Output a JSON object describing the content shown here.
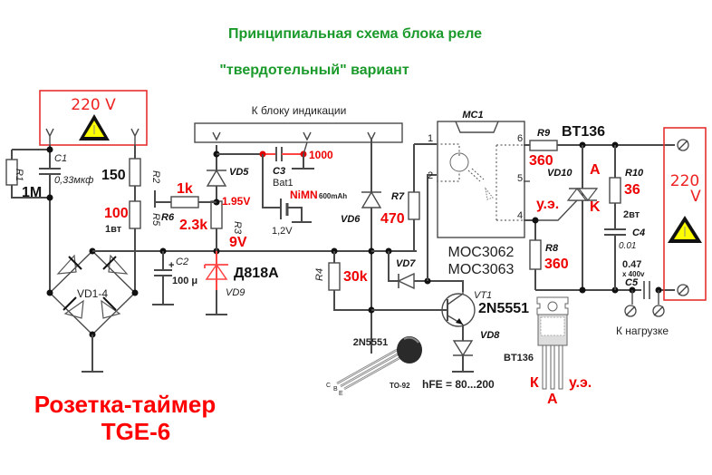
{
  "header": {
    "title_line1": "Принципиальная схема блока реле",
    "title_line2": "\"твердотельный\" вариант"
  },
  "footer": {
    "product_line1": "Розетка-таймер",
    "product_line2": "TGE-6"
  },
  "mains_input": {
    "label": "220 V",
    "icon": "warning-triangle-icon"
  },
  "mains_output": {
    "label_line1": "220",
    "label_line2": "V",
    "icon": "warning-triangle-icon"
  },
  "indicator_block": {
    "label": "К блоку индикации"
  },
  "load": {
    "label": "К нагрузке"
  },
  "colors": {
    "title": "#1a9a2a",
    "highlight": "#ee0000",
    "wire": "#4a4a4a",
    "warning_fill": "#ffff00"
  },
  "components": {
    "R1": {
      "ref": "R1",
      "value": "1M"
    },
    "C1": {
      "ref": "C1",
      "value": "0,33мкф"
    },
    "R2": {
      "ref": "R2",
      "value": "150"
    },
    "R5": {
      "ref": "R5",
      "value": "100",
      "power": "1вт"
    },
    "R6": {
      "ref": "R6",
      "value": "1k"
    },
    "R3": {
      "ref": "R3",
      "value": "2.3k"
    },
    "VD5": {
      "ref": "VD5"
    },
    "node_voltage_1": "1.95V",
    "node_voltage_2": "9V",
    "C2": {
      "ref": "C2",
      "value": "100 μ",
      "polarity": "+"
    },
    "VD9": {
      "ref": "VD9",
      "value": "Д818А"
    },
    "VD1_4": {
      "ref": "VD1-4"
    },
    "C3": {
      "ref": "C3",
      "value": "1000"
    },
    "Bat1": {
      "ref": "Bat1",
      "type": "NiMN",
      "capacity": "600mAh",
      "voltage": "1,2V"
    },
    "VD6": {
      "ref": "VD6"
    },
    "R7": {
      "ref": "R7",
      "value": "470"
    },
    "R4": {
      "ref": "R4",
      "value": "30k"
    },
    "VD7": {
      "ref": "VD7"
    },
    "VT1": {
      "ref": "VT1",
      "value": "2N5551"
    },
    "VD8": {
      "ref": "VD8"
    },
    "MC1": {
      "ref": "MC1",
      "part1": "MOC3062",
      "part2": "MOC3063",
      "pins": [
        "1",
        "2",
        "4",
        "5",
        "6"
      ]
    },
    "R9": {
      "ref": "R9",
      "value": "360"
    },
    "R8": {
      "ref": "R8",
      "value": "360"
    },
    "VD10": {
      "ref": "VD10",
      "value": "BT136",
      "anode": "A",
      "cathode": "K",
      "gate": "у.э."
    },
    "R10": {
      "ref": "R10",
      "value": "36",
      "power": "2вт"
    },
    "C4": {
      "ref": "C4",
      "value": "0.01"
    },
    "C5": {
      "ref": "C5",
      "value": "0.47",
      "voltage": "x 400v"
    }
  },
  "package_to92": {
    "part": "2N5551",
    "package": "TO-92",
    "pins": [
      "C",
      "B",
      "E"
    ],
    "gain": "hFE = 80...200"
  },
  "package_to220": {
    "part": "BT136",
    "pin_left": "К",
    "pin_mid": "А",
    "pin_right": "у.э."
  }
}
